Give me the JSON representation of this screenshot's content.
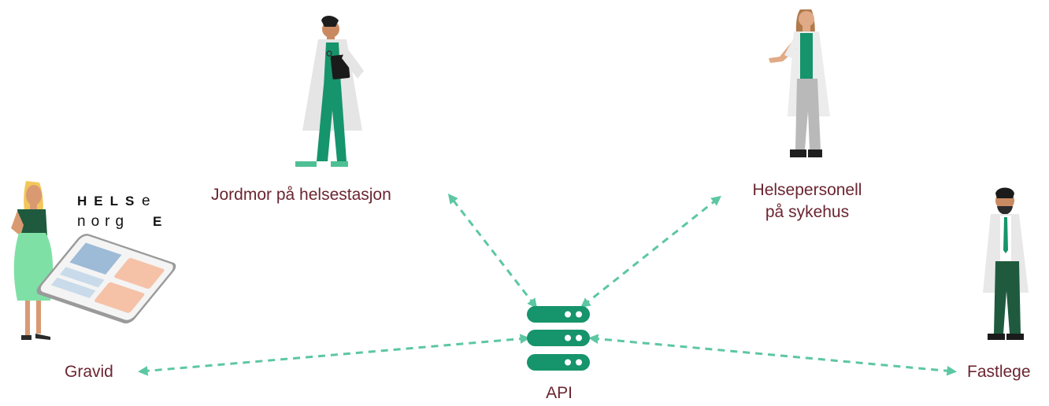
{
  "labels": {
    "midwife": "Jordmor på helsestasjon",
    "hospital_line1": "Helsepersonell",
    "hospital_line2": "på sykehus",
    "pregnant": "Gravid",
    "gp": "Fastlege",
    "api": "API"
  },
  "logo": {
    "line1_bold": "HELS",
    "line1_light": "e",
    "line2_light": "norg",
    "line2_bold": "E"
  },
  "colors": {
    "label": "#6b2530",
    "accent_green": "#16946b",
    "arrow": "#5cc7a2",
    "dark_green": "#1f5a3f",
    "coat": "#e9e9e9",
    "dress": "#7fe0a6"
  },
  "icons": [
    "server-stack-icon",
    "phone-app-icon",
    "helsenorge-logo"
  ]
}
